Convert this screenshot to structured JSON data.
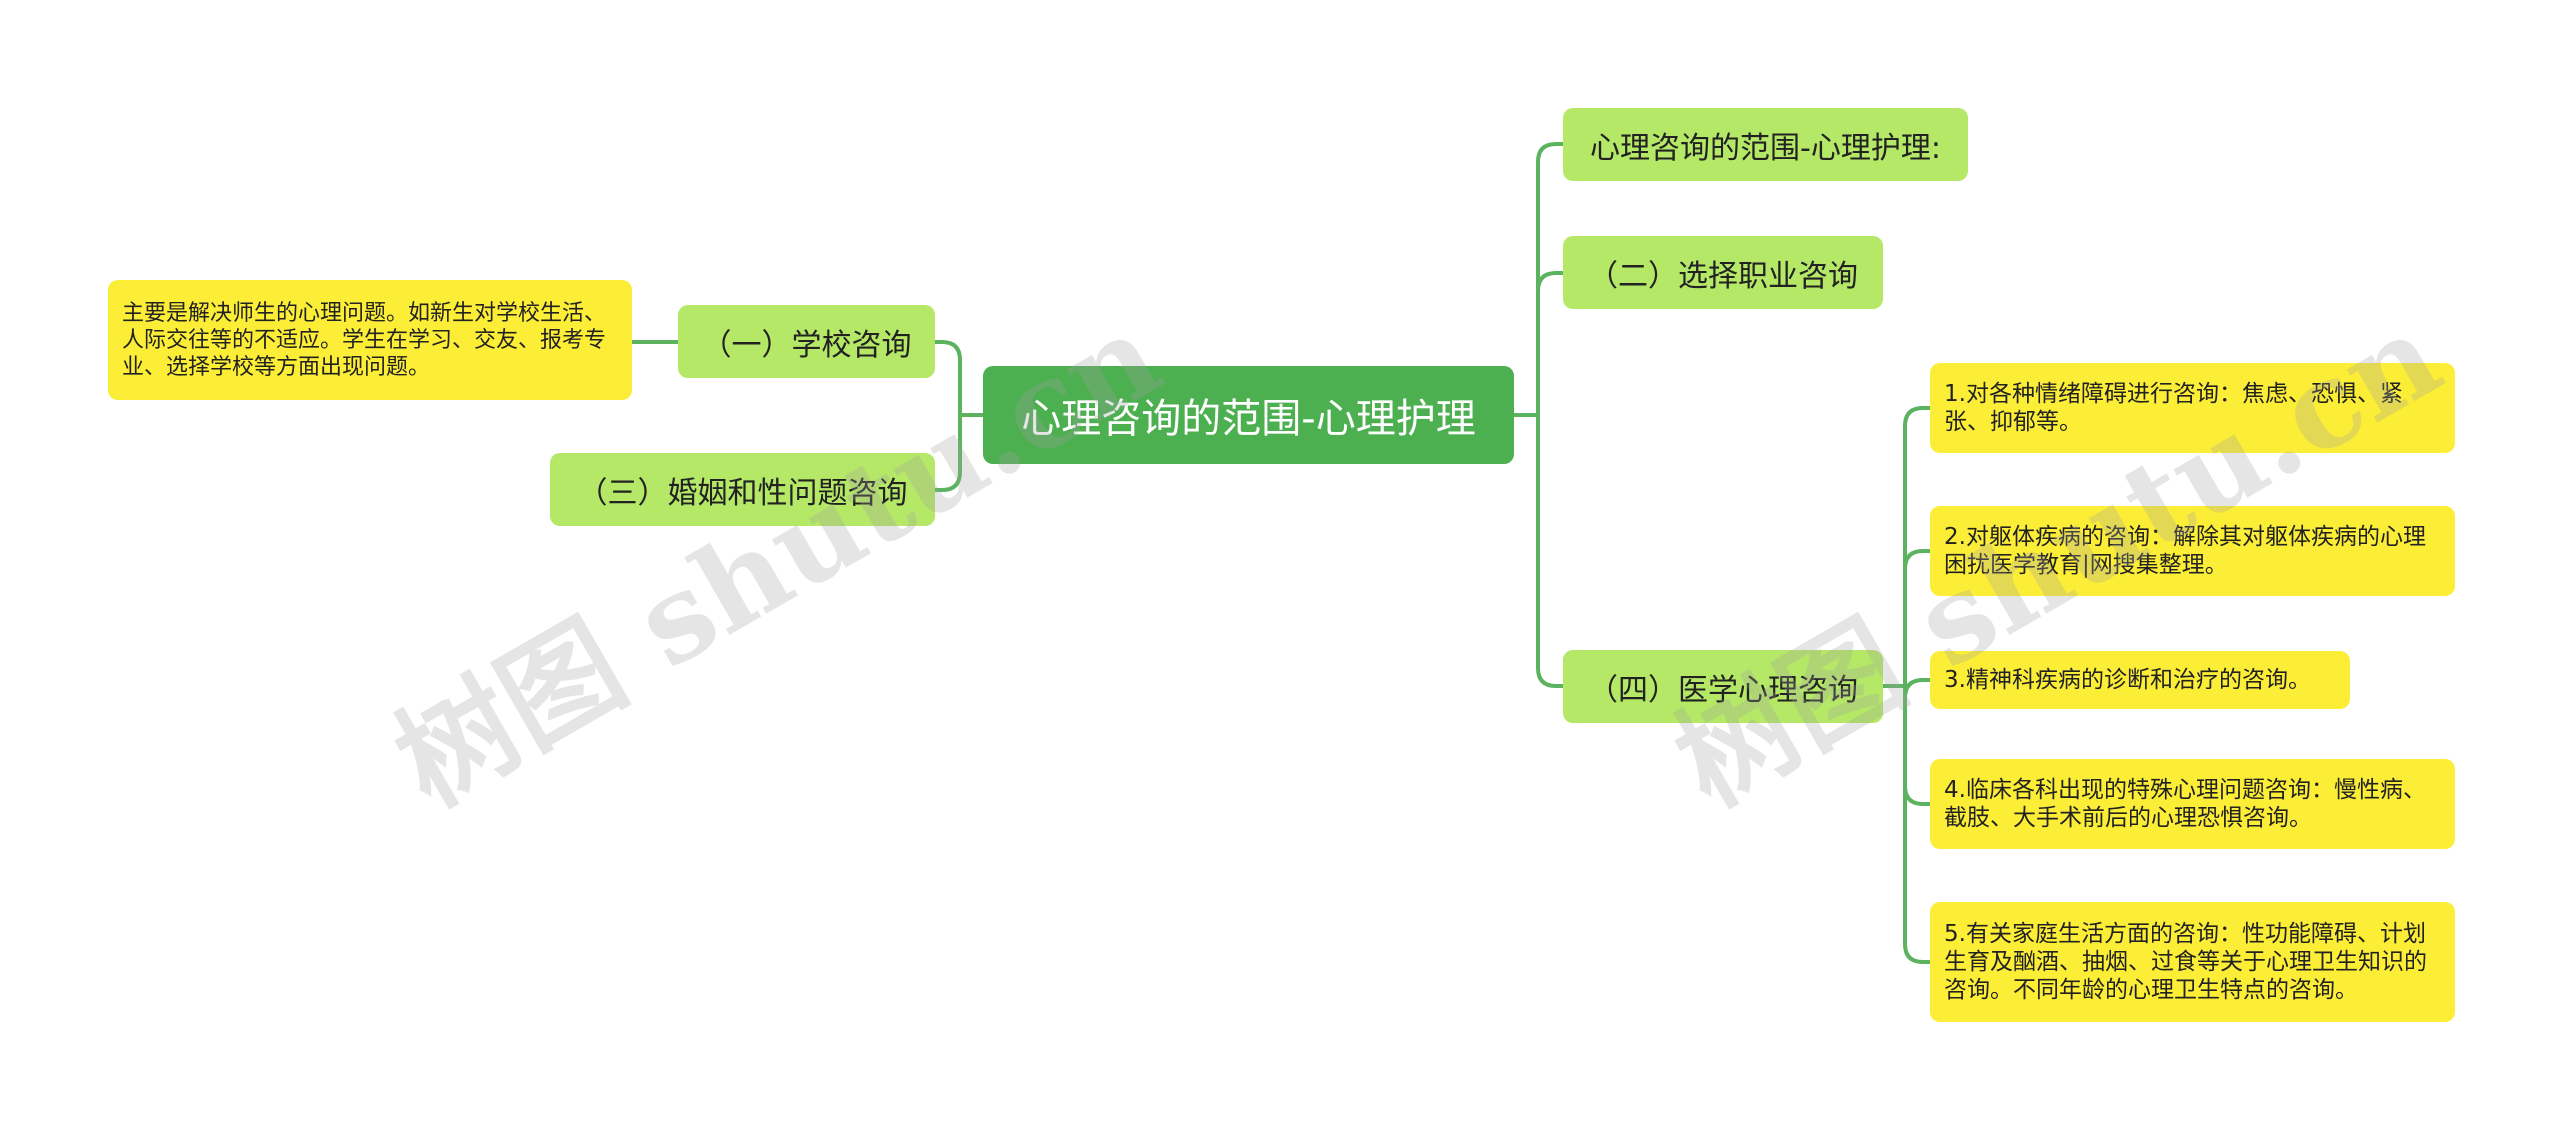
{
  "root": {
    "label": "心理咨询的范围-心理护理"
  },
  "left": {
    "school": {
      "label": "（一）学校咨询",
      "detail": "主要是解决师生的心理问题。如新生对学校生活、人际交往等的不适应。学生在学习、交友、报考专业、选择学校等方面出现问题。"
    },
    "marriage": {
      "label": "（三）婚姻和性问题咨询"
    }
  },
  "right": {
    "title_node": {
      "label": "心理咨询的范围-心理护理:"
    },
    "career": {
      "label": "（二）选择职业咨询"
    },
    "medical": {
      "label": "（四）医学心理咨询",
      "items": [
        "1.对各种情绪障碍进行咨询：焦虑、恐惧、紧张、抑郁等。",
        "2.对躯体疾病的咨询：解除其对躯体疾病的心理困扰医学教育|网搜集整理。",
        "3.精神科疾病的诊断和治疗的咨询。",
        "4.临床各科出现的特殊心理问题咨询：慢性病、截肢、大手术前后的心理恐惧咨询。",
        "5.有关家庭生活方面的咨询：性功能障碍、计划生育及酗酒、抽烟、过食等关于心理卫生知识的咨询。不同年龄的心理卫生特点的咨询。"
      ]
    }
  },
  "watermarks": [
    "树图 shutu.cn",
    "树图 shutu.cn"
  ],
  "colors": {
    "root_bg": "#4caf50",
    "branch_bg": "#b4e866",
    "leaf_bg": "#fcee37",
    "link": "#5bb35f"
  }
}
